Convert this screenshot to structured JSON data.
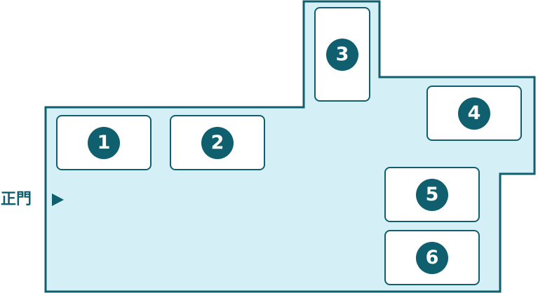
{
  "colors": {
    "floor": "#d4eff6",
    "outline": "#0f5f6e",
    "room_fill": "#ffffff",
    "badge": "#0f5f6e",
    "badge_text": "#ffffff"
  },
  "entrance": {
    "label": "正門",
    "arrow_icon": "triangle-right-icon"
  },
  "rooms": [
    {
      "number": "1"
    },
    {
      "number": "2"
    },
    {
      "number": "3"
    },
    {
      "number": "4"
    },
    {
      "number": "5"
    },
    {
      "number": "6"
    }
  ]
}
